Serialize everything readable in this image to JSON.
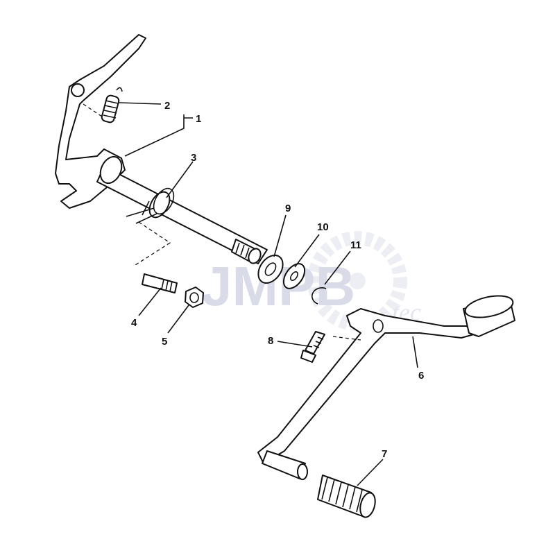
{
  "diagram": {
    "watermark": {
      "text": "JMPB",
      "suffix": "tec"
    },
    "parts": [
      {
        "number": "1"
      },
      {
        "number": "2"
      },
      {
        "number": "3"
      },
      {
        "number": "4"
      },
      {
        "number": "5"
      },
      {
        "number": "6"
      },
      {
        "number": "7"
      },
      {
        "number": "8"
      },
      {
        "number": "9"
      },
      {
        "number": "10"
      },
      {
        "number": "11"
      }
    ]
  }
}
